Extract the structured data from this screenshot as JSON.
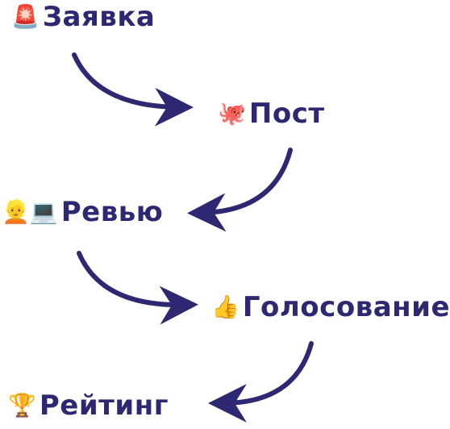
{
  "flow": {
    "steps": [
      {
        "icon": "🚨",
        "icon_name": "siren-icon",
        "label": "Заявка"
      },
      {
        "icon": "🐙",
        "icon_name": "octopus-icon",
        "label": "Пост"
      },
      {
        "icon": "👱💻",
        "icon_name": "developer-laptop-icon",
        "label": "Ревью"
      },
      {
        "icon": "👍",
        "icon_name": "thumbs-up-icon",
        "label": "Голосование"
      },
      {
        "icon": "🏆",
        "icon_name": "trophy-icon",
        "label": "Рейтинг"
      }
    ]
  },
  "colors": {
    "text": "#2e2873",
    "arrow": "#2e2873"
  }
}
